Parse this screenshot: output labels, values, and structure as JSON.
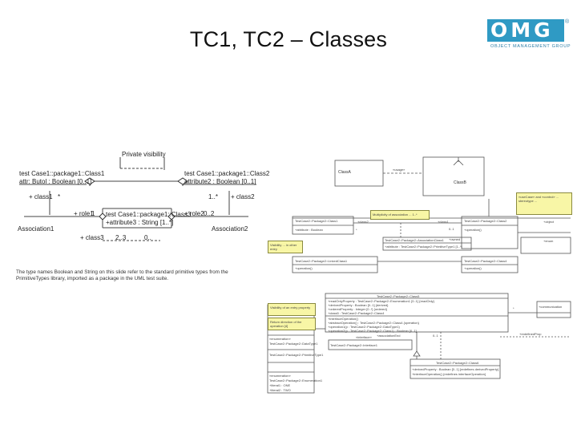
{
  "slide": {
    "title": "TC1, TC2 – Classes"
  },
  "logo": {
    "text": "OMG",
    "tagline": "OBJECT MANAGEMENT GROUP",
    "registered": "®",
    "color": "#2f9ac4"
  },
  "left_diagram": {
    "private_label": "Private visibility",
    "class1_name": "test Case1::package1::Class1",
    "class1_attr": "attr: Butol : Boolean [0..1]",
    "class2_name": "test Case1::package1::Class2",
    "class2_attr": "attribute2 : Boolean [0..1]",
    "class3_name": "test Case1::package1::Class3",
    "class3_attr": "+attribute3 : String [1..*]",
    "end_class1": "+ class1",
    "end_class2": "+ class2",
    "mult_star": "*",
    "mult_1star": "1..*",
    "end_role1": "+ role1",
    "end_role1_mult": "1",
    "end_role2": "+ role2",
    "end_role2_mult": "0..2",
    "assoc1": "Association1",
    "assoc2": "Association2",
    "end_class3": "+ class3",
    "mult_2to3": "2..3",
    "mult_0": "0..",
    "footnote_line1": "The type names Boolean and String on this slide refer to the standard primitive types from the",
    "footnote_line2": "PrimitiveTypes library, imported as a package in the UML test suite."
  },
  "right_top_diagram": {
    "classA": "ClassA",
    "classB": "ClassB",
    "usage_label": "«usage»",
    "note_top_right": "«useCase» and «control» ... stereotype ...",
    "tc_class1": "TestCase2::Package2::Class1",
    "tc_class1_attr": "+attribute : Boolean",
    "tc_class2": "TestCase2::Package2::Class2",
    "tc_class2_attr": "+operation()",
    "tc_class4": "TestCase2::Package2::Class4",
    "tc_class4_attr": "+operation()",
    "tc_classAssocStub": "TestCase2::Package2::AssociationClass1",
    "assoc_class_attr": "+attribute : TestCase2::Package2::PrimitiveType1 [1..*]",
    "tc_linked": "TestCase2::Package2::LinkedClass1",
    "tc_linked_attr": "+operation()",
    "note_left": "Multiplicity of association ... 1..*",
    "note_bottom_left": "Visibility ... in other entry",
    "role_class1": "+class1",
    "role_class2": "+class2",
    "role_owned": "+owned",
    "mult_01": "0..1",
    "mult_star": "*",
    "role_object": "+object",
    "role_enum": "+enum"
  },
  "right_bottom_diagram": {
    "main_class": "TestCase2::Package2::Class5",
    "main_attrs": [
      "+readOnlyProperty : TestCase2::Package2::Enumeration1 [0..1] {readOnly}",
      "+derivedProperty : Boolean [0..1] {derived}",
      "+orderedProperty : Integer [0..*] {ordered}",
      "+class5 : TestCase2::Package2::Class4",
      "+interfaceOperation()",
      "+abstractOperation() : TestCase2::Package2::Class4 {operation}",
      "+operation1(p : TestCase2::Package2::DataType1)",
      "+operation2(p : TestCase2::Package2::Class1) : Boolean [0..1]"
    ],
    "note_a": "Visibility of an entry property",
    "note_b": "Return direction of the operation [4]",
    "left_stub1": "«enumeration»",
    "left_stub2": "TestCase2::Package2::DataType1",
    "left_stub3": "TestCase2::Package2::PrimitiveType1",
    "left_stub4": "«enumeration»",
    "left_stub5": "TestCase2::Package2::Enumeration1",
    "left_stub6": "+literal1 : ONE",
    "left_stub7": "+literal2 : TWO",
    "interface_label": "«interface»",
    "interface_name": "TestCase2::Package2::Interface1",
    "bottom_class": "TestCase2::Package2::Class6",
    "bottom_class_attrs": [
      "+derivedProperty : Boolean [0..1] {redefines derivedProperty}",
      "+interfaceOperation() {redefines interfaceOperation}"
    ],
    "assoc_label": "+associationEnd",
    "role_redef": "+redefinedProp",
    "role_comm": "+communication",
    "mult_star": "*",
    "mult_01": "0..1"
  }
}
